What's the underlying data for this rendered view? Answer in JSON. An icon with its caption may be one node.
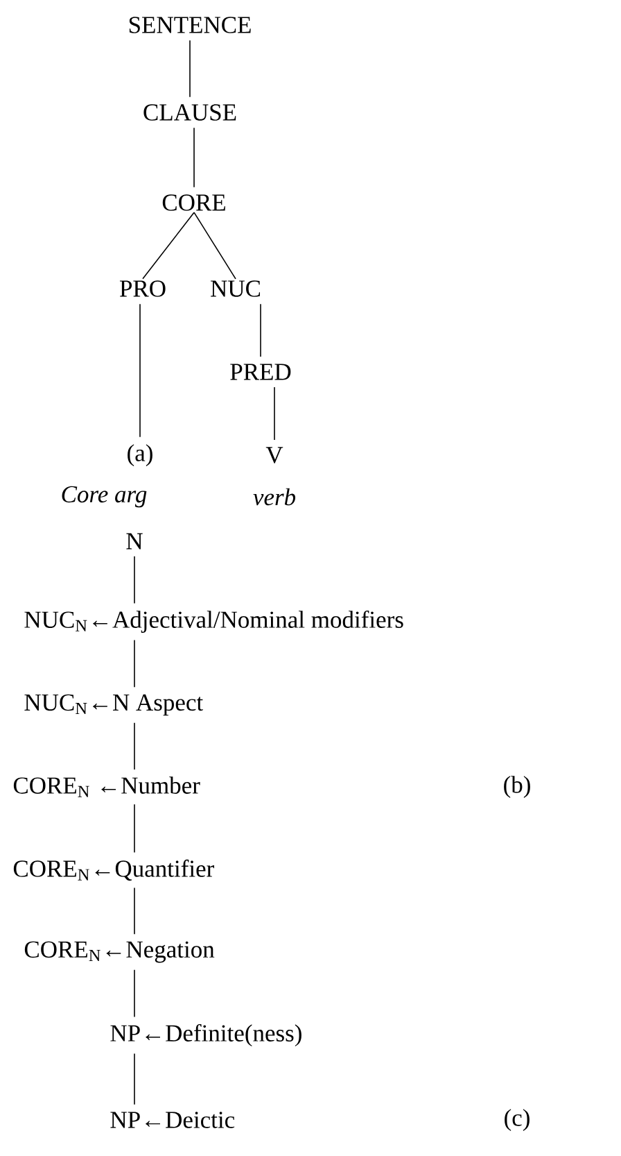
{
  "diagram": {
    "nodes": [
      {
        "text": [
          "SENTENCE"
        ]
      },
      {
        "text": [
          "CLAUSE"
        ]
      },
      {
        "text": [
          "CORE"
        ]
      },
      {
        "text": [
          "PRO"
        ]
      },
      {
        "text": [
          "NUC"
        ]
      },
      {
        "text": [
          "PRED"
        ]
      },
      {
        "text": [
          "(a)"
        ],
        "beside": [
          "Core arg"
        ]
      },
      {
        "text": [
          "V"
        ],
        "beside": [
          "verb"
        ]
      },
      {
        "text": [
          "N"
        ]
      },
      {
        "text": [
          "NUC$_{N}$←Adjectival/Nominal modifiers"
        ]
      },
      {
        "text": [
          "NUC$_{N}$←N Aspect"
        ]
      },
      {
        "text": [
          "CORE$_{N}$ ←Number"
        ]
      },
      {
        "text": [
          "CORE$_{N}$←Quantifier"
        ]
      },
      {
        "text": [
          "CORE$_{N}$←Negation"
        ]
      },
      {
        "text": [
          "NP←Definite(ness)"
        ]
      },
      {
        "text": [
          "NP←Deictic"
        ]
      }
    ],
    "edges": [
      {
        "from": 0,
        "to": 1,
        "arrow": "none"
      },
      {
        "from": 1,
        "to": 2,
        "arrow": "none"
      },
      {
        "from": 2,
        "to": 3,
        "arrow": "none"
      },
      {
        "from": 2,
        "to": 4,
        "arrow": "none"
      },
      {
        "from": 4,
        "to": 5,
        "arrow": "none"
      },
      {
        "from": 3,
        "to": 6,
        "arrow": "none"
      },
      {
        "from": 5,
        "to": 7,
        "arrow": "none"
      },
      {
        "from": 8,
        "to": 9,
        "arrow": "none"
      },
      {
        "from": 9,
        "to": 10,
        "arrow": "none"
      },
      {
        "from": 10,
        "to": 11,
        "arrow": "none"
      },
      {
        "from": 11,
        "to": 12,
        "arrow": "none"
      },
      {
        "from": 12,
        "to": 13,
        "arrow": "none"
      },
      {
        "from": 13,
        "to": 14,
        "arrow": "none"
      },
      {
        "from": 14,
        "to": 15,
        "arrow": "none"
      }
    ],
    "labels": [
      "(b)",
      "(c)"
    ]
  }
}
